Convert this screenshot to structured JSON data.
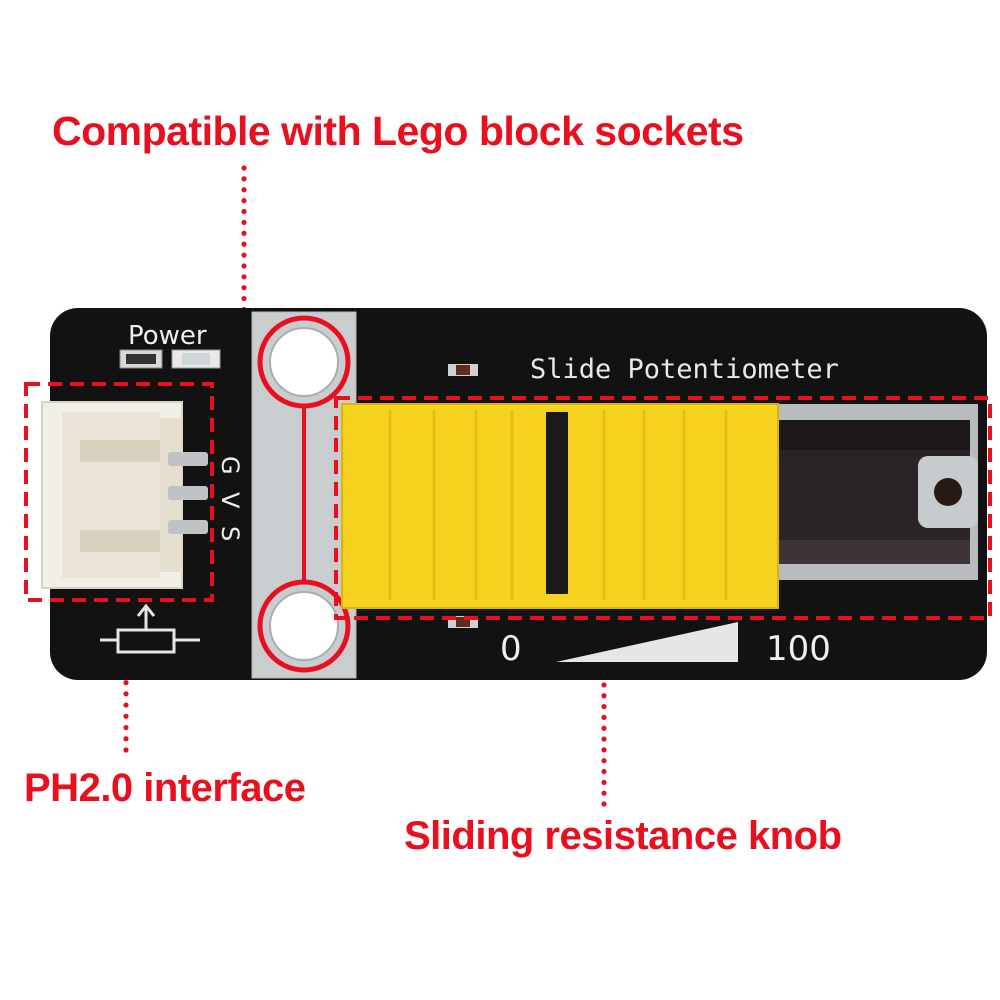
{
  "callouts": {
    "lego": "Compatible with Lego block sockets",
    "ph": "PH2.0 interface",
    "knob": "Sliding resistance knob"
  },
  "board": {
    "power_label": "Power",
    "title": "Slide Potentiometer",
    "pin_g": "G",
    "pin_v": "V",
    "pin_s": "S",
    "scale_min": "0",
    "scale_max": "100"
  },
  "colors": {
    "callout_red": "#e8101e",
    "pcb_black": "#111111",
    "knob_yellow": "#f6d21f",
    "connector_white": "#f2efe6"
  }
}
